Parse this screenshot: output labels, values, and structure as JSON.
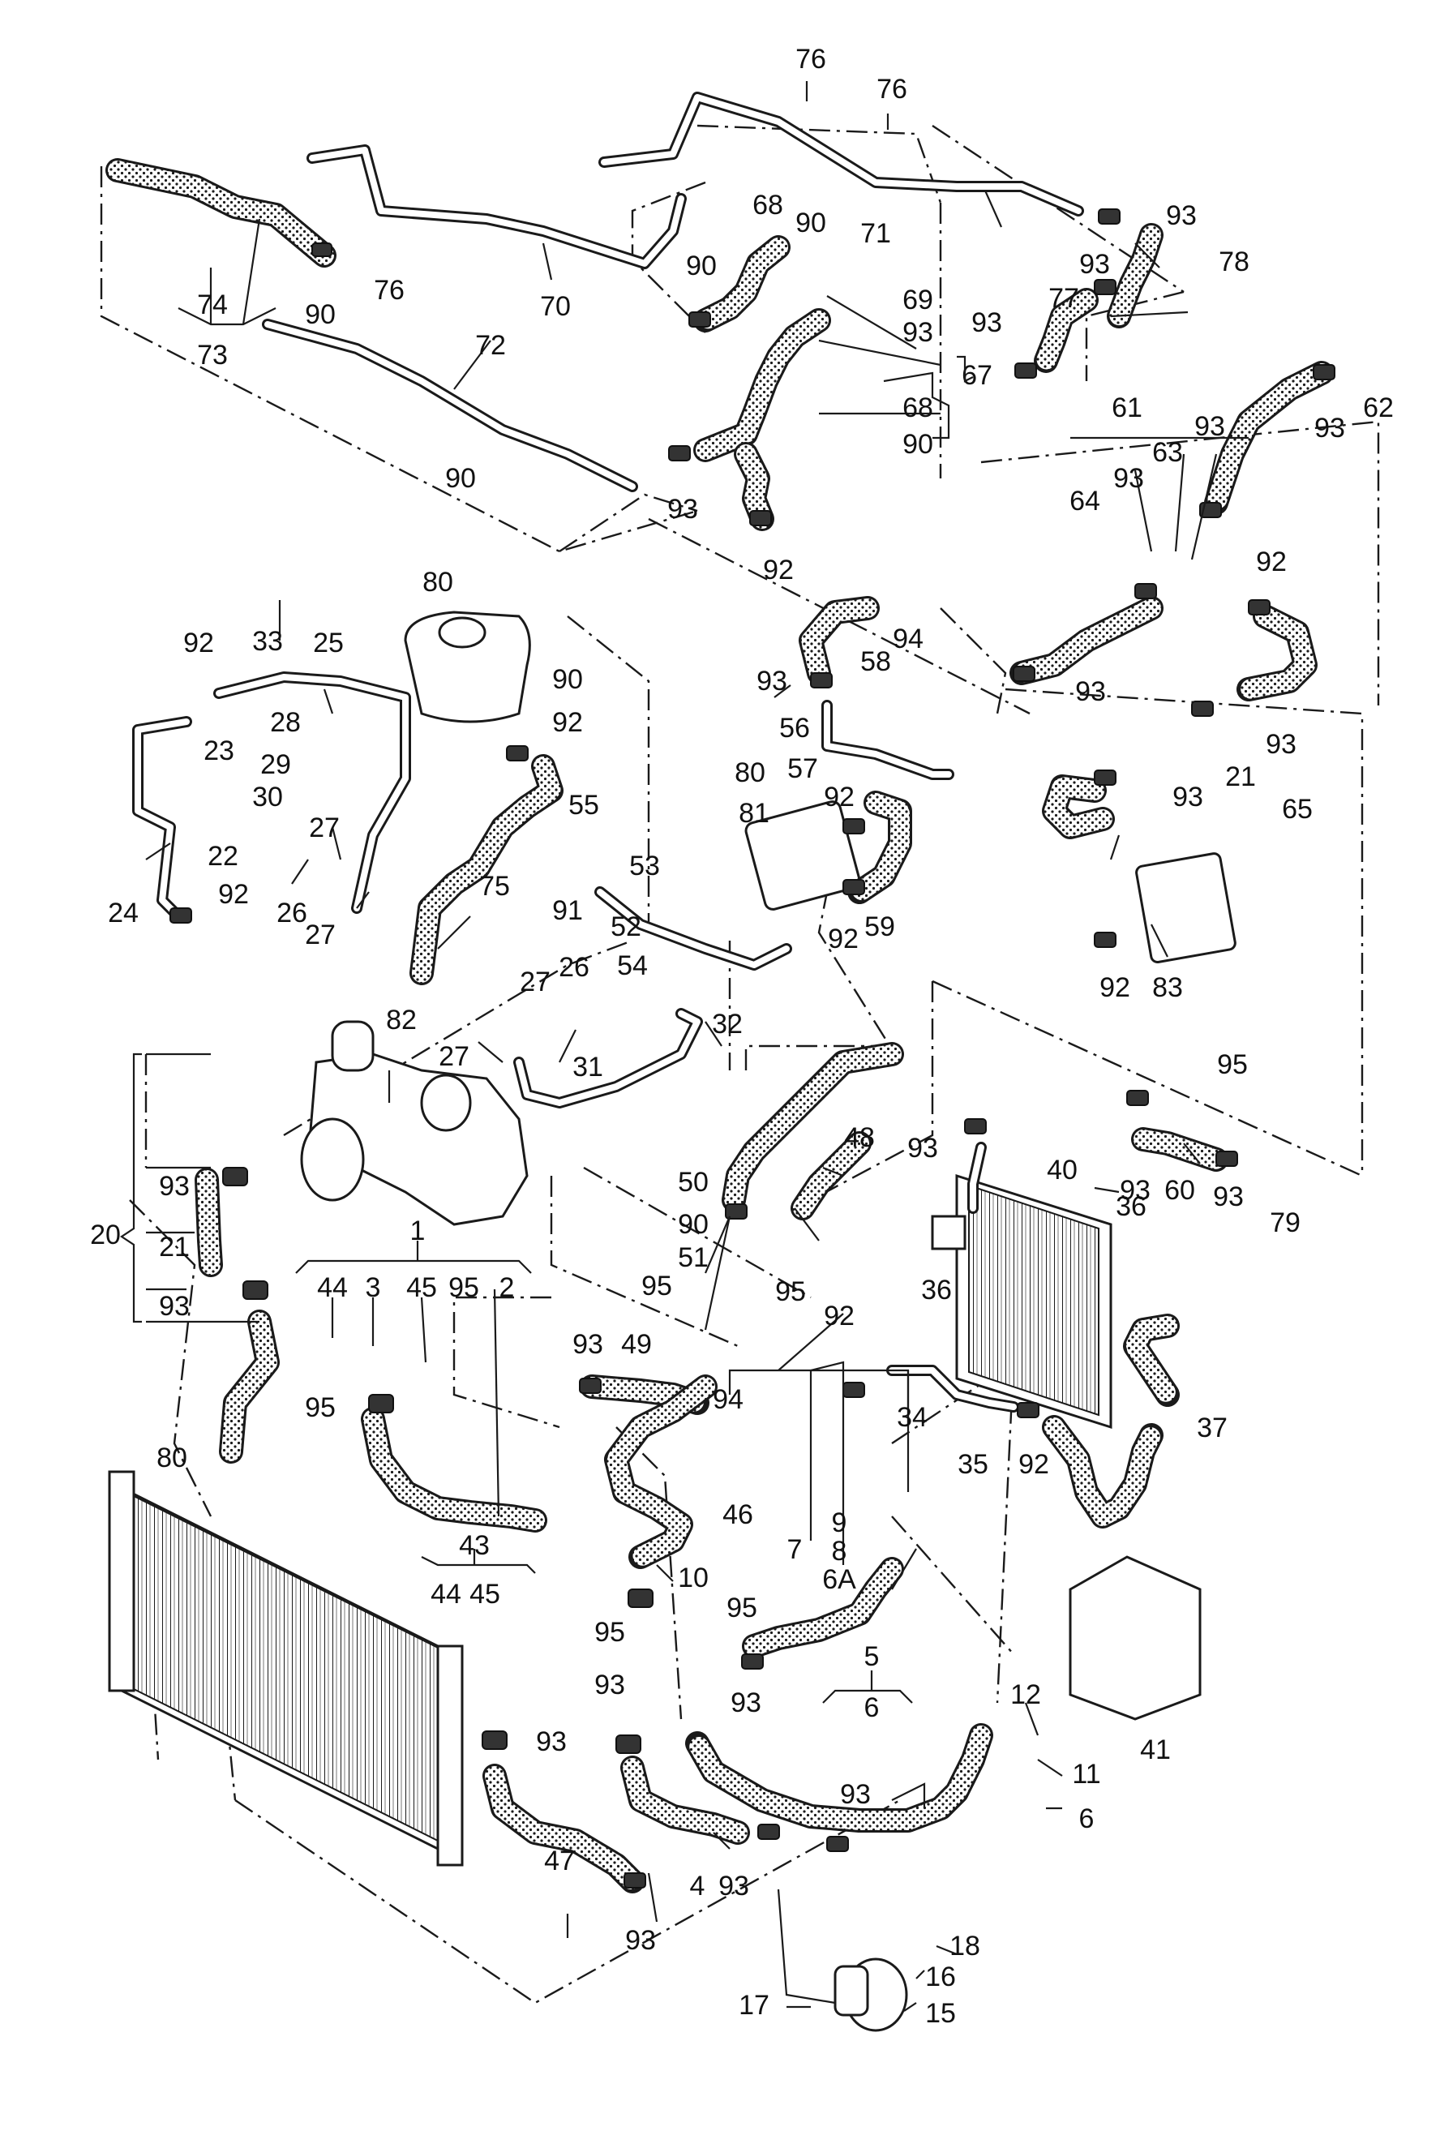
{
  "diagram": {
    "colors": {
      "line": "#1a1a1a",
      "paper": "#ffffff",
      "hose_stipple": "#d9d9d9"
    },
    "callouts": [
      {
        "id": "c76a",
        "text": "76"
      },
      {
        "id": "c76b",
        "text": "76"
      },
      {
        "id": "c76c",
        "text": "76"
      },
      {
        "id": "c74",
        "text": "74"
      },
      {
        "id": "c73",
        "text": "73"
      },
      {
        "id": "c90a",
        "text": "90"
      },
      {
        "id": "c70",
        "text": "70"
      },
      {
        "id": "c72",
        "text": "72"
      },
      {
        "id": "c90b",
        "text": "90"
      },
      {
        "id": "c68a",
        "text": "68"
      },
      {
        "id": "c90c",
        "text": "90"
      },
      {
        "id": "c90d",
        "text": "90"
      },
      {
        "id": "c71",
        "text": "71"
      },
      {
        "id": "c69",
        "text": "69"
      },
      {
        "id": "c93a",
        "text": "93"
      },
      {
        "id": "c68b",
        "text": "68"
      },
      {
        "id": "c90e",
        "text": "90"
      },
      {
        "id": "c67",
        "text": "67"
      },
      {
        "id": "c93b",
        "text": "93"
      },
      {
        "id": "c93c",
        "text": "93"
      },
      {
        "id": "c78",
        "text": "78"
      },
      {
        "id": "c93d",
        "text": "93"
      },
      {
        "id": "c77",
        "text": "77"
      },
      {
        "id": "c93e",
        "text": "93"
      },
      {
        "id": "c62",
        "text": "62"
      },
      {
        "id": "c61",
        "text": "61"
      },
      {
        "id": "c93f",
        "text": "93"
      },
      {
        "id": "c63",
        "text": "63"
      },
      {
        "id": "c93g",
        "text": "93"
      },
      {
        "id": "c64",
        "text": "64"
      },
      {
        "id": "c93h",
        "text": "93"
      },
      {
        "id": "c92a",
        "text": "92"
      },
      {
        "id": "c92b",
        "text": "92"
      },
      {
        "id": "c93i",
        "text": "93"
      },
      {
        "id": "c93j",
        "text": "93"
      },
      {
        "id": "c21a",
        "text": "21"
      },
      {
        "id": "c93k",
        "text": "93"
      },
      {
        "id": "c65",
        "text": "65"
      },
      {
        "id": "c33",
        "text": "33"
      },
      {
        "id": "c80a",
        "text": "80"
      },
      {
        "id": "c90f",
        "text": "90"
      },
      {
        "id": "c92c",
        "text": "92"
      },
      {
        "id": "c25",
        "text": "25"
      },
      {
        "id": "c23",
        "text": "23"
      },
      {
        "id": "c28",
        "text": "28"
      },
      {
        "id": "c29",
        "text": "29"
      },
      {
        "id": "c30",
        "text": "30"
      },
      {
        "id": "c27a",
        "text": "27"
      },
      {
        "id": "c22",
        "text": "22"
      },
      {
        "id": "c24",
        "text": "24"
      },
      {
        "id": "c92d",
        "text": "92"
      },
      {
        "id": "c26a",
        "text": "26"
      },
      {
        "id": "c27b",
        "text": "27"
      },
      {
        "id": "c92e",
        "text": "92"
      },
      {
        "id": "c94a",
        "text": "94"
      },
      {
        "id": "c58",
        "text": "58"
      },
      {
        "id": "c93l",
        "text": "93"
      },
      {
        "id": "c56",
        "text": "56"
      },
      {
        "id": "c57",
        "text": "57"
      },
      {
        "id": "c80b",
        "text": "80"
      },
      {
        "id": "c55",
        "text": "55"
      },
      {
        "id": "c53",
        "text": "53"
      },
      {
        "id": "c81",
        "text": "81"
      },
      {
        "id": "c92f",
        "text": "92"
      },
      {
        "id": "c75",
        "text": "75"
      },
      {
        "id": "c91",
        "text": "91"
      },
      {
        "id": "c52",
        "text": "52"
      },
      {
        "id": "c59",
        "text": "59"
      },
      {
        "id": "c92g",
        "text": "92"
      },
      {
        "id": "c54",
        "text": "54"
      },
      {
        "id": "c92h",
        "text": "92"
      },
      {
        "id": "c83",
        "text": "83"
      },
      {
        "id": "c82",
        "text": "82"
      },
      {
        "id": "c27c",
        "text": "27"
      },
      {
        "id": "c26b",
        "text": "26"
      },
      {
        "id": "c32",
        "text": "32"
      },
      {
        "id": "c27d",
        "text": "27"
      },
      {
        "id": "c31",
        "text": "31"
      },
      {
        "id": "c95a",
        "text": "95"
      },
      {
        "id": "c48",
        "text": "48"
      },
      {
        "id": "c93m",
        "text": "93"
      },
      {
        "id": "c93n",
        "text": "93"
      },
      {
        "id": "c60",
        "text": "60"
      },
      {
        "id": "c93o",
        "text": "93"
      },
      {
        "id": "c79",
        "text": "79"
      },
      {
        "id": "c50",
        "text": "50"
      },
      {
        "id": "c40",
        "text": "40"
      },
      {
        "id": "c36a",
        "text": "36"
      },
      {
        "id": "c90g",
        "text": "90"
      },
      {
        "id": "c51",
        "text": "51"
      },
      {
        "id": "c95b",
        "text": "95"
      },
      {
        "id": "c20",
        "text": "20"
      },
      {
        "id": "c21b",
        "text": "21"
      },
      {
        "id": "c93p",
        "text": "93"
      },
      {
        "id": "c93q",
        "text": "93"
      },
      {
        "id": "c1",
        "text": "1"
      },
      {
        "id": "c44a",
        "text": "44"
      },
      {
        "id": "c3",
        "text": "3"
      },
      {
        "id": "c45a",
        "text": "45"
      },
      {
        "id": "c95c",
        "text": "95"
      },
      {
        "id": "c2",
        "text": "2"
      },
      {
        "id": "c95d",
        "text": "95"
      },
      {
        "id": "c36b",
        "text": "36"
      },
      {
        "id": "c92i",
        "text": "92"
      },
      {
        "id": "c93r",
        "text": "93"
      },
      {
        "id": "c49",
        "text": "49"
      },
      {
        "id": "c94b",
        "text": "94"
      },
      {
        "id": "c34",
        "text": "34"
      },
      {
        "id": "c35",
        "text": "35"
      },
      {
        "id": "c92j",
        "text": "92"
      },
      {
        "id": "c37",
        "text": "37"
      },
      {
        "id": "c95e",
        "text": "95"
      },
      {
        "id": "c80c",
        "text": "80"
      },
      {
        "id": "c46",
        "text": "46"
      },
      {
        "id": "c9",
        "text": "9"
      },
      {
        "id": "c7",
        "text": "7"
      },
      {
        "id": "c8",
        "text": "8"
      },
      {
        "id": "c43",
        "text": "43"
      },
      {
        "id": "c10",
        "text": "10"
      },
      {
        "id": "c6A",
        "text": "6A"
      },
      {
        "id": "c44b",
        "text": "44"
      },
      {
        "id": "c45b",
        "text": "45"
      },
      {
        "id": "c95f",
        "text": "95"
      },
      {
        "id": "c95g",
        "text": "95"
      },
      {
        "id": "c93s",
        "text": "93"
      },
      {
        "id": "c93t",
        "text": "93"
      },
      {
        "id": "c93u",
        "text": "93"
      },
      {
        "id": "c41",
        "text": "41"
      },
      {
        "id": "c12",
        "text": "12"
      },
      {
        "id": "c5",
        "text": "5"
      },
      {
        "id": "c6a",
        "text": "6"
      },
      {
        "id": "c11",
        "text": "11"
      },
      {
        "id": "c6b",
        "text": "6"
      },
      {
        "id": "c47",
        "text": "47"
      },
      {
        "id": "c4",
        "text": "4"
      },
      {
        "id": "c93v",
        "text": "93"
      },
      {
        "id": "c93w",
        "text": "93"
      },
      {
        "id": "c93x",
        "text": "93"
      },
      {
        "id": "c18",
        "text": "18"
      },
      {
        "id": "c16",
        "text": "16"
      },
      {
        "id": "c17",
        "text": "17"
      },
      {
        "id": "c15",
        "text": "15"
      }
    ]
  }
}
